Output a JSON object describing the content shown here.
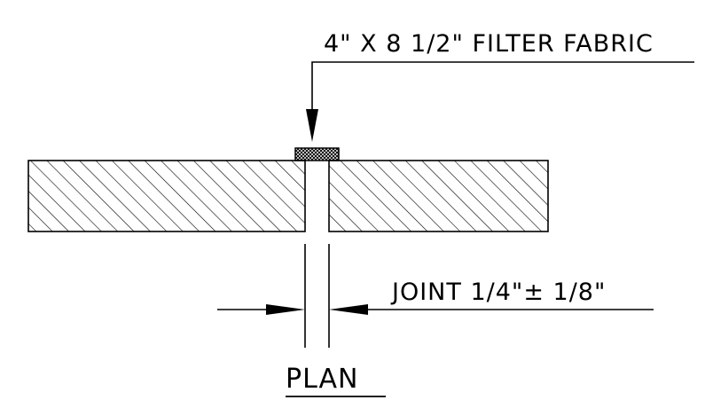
{
  "drawing": {
    "filter_fabric_label": "4\" X 8 1/2\" FILTER FABRIC",
    "joint_label": "JOINT 1/4\"± 1/8\"",
    "view_title": "PLAN"
  },
  "colors": {
    "line": "#000000",
    "background": "#ffffff"
  }
}
